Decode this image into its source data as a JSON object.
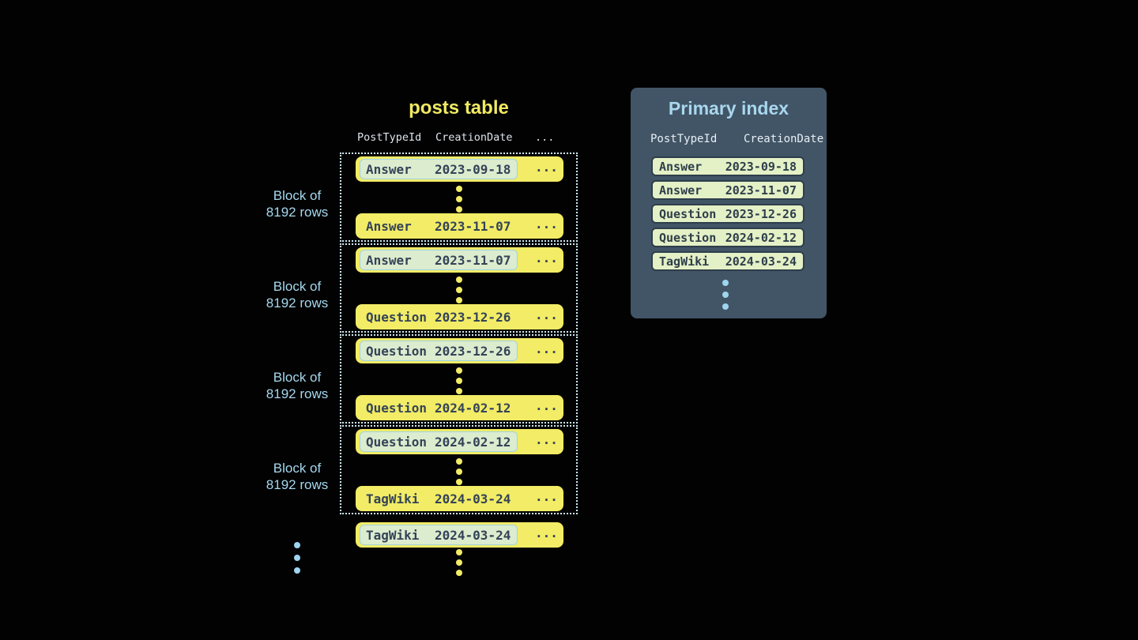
{
  "posts_table": {
    "title": "posts table",
    "header": {
      "col1": "PostTypeId",
      "col2": "CreationDate",
      "col3": "..."
    },
    "block_label": {
      "line1": "Block of",
      "line2": "8192 rows"
    },
    "ellipsis": "...",
    "blocks": [
      {
        "first": {
          "type": "Answer",
          "date": "2023-09-18"
        },
        "last": {
          "type": "Answer",
          "date": "2023-11-07"
        }
      },
      {
        "first": {
          "type": "Answer",
          "date": "2023-11-07"
        },
        "last": {
          "type": "Question",
          "date": "2023-12-26"
        }
      },
      {
        "first": {
          "type": "Question",
          "date": "2023-12-26"
        },
        "last": {
          "type": "Question",
          "date": "2024-02-12"
        }
      },
      {
        "first": {
          "type": "Question",
          "date": "2024-02-12"
        },
        "last": {
          "type": "TagWiki",
          "date": "2024-03-24"
        }
      }
    ],
    "overflow_row": {
      "type": "TagWiki",
      "date": "2024-03-24"
    }
  },
  "primary_index": {
    "title": "Primary index",
    "header": {
      "col1": "PostTypeId",
      "col2": "CreationDate"
    },
    "rows": [
      {
        "type": "Answer",
        "date": "2023-09-18"
      },
      {
        "type": "Answer",
        "date": "2023-11-07"
      },
      {
        "type": "Question",
        "date": "2023-12-26"
      },
      {
        "type": "Question",
        "date": "2024-02-12"
      },
      {
        "type": "TagWiki",
        "date": "2024-03-24"
      }
    ]
  },
  "colors": {
    "background": "#020203",
    "row_yellow": "#f2ec66",
    "title_yellow": "#f0ea62",
    "row_text": "#344358",
    "highlight_fill": "#dcecce",
    "highlight_border": "#9fd4e6",
    "block_dotted_border": "#cfeaf4",
    "block_label_blue": "#a5d8ee",
    "panel_background": "#415566",
    "panel_title_blue": "#a9d7ee",
    "index_row_fill": "#e4f0c6",
    "index_row_border": "#2e3e4b",
    "dots_blue": "#9fd5ee"
  }
}
